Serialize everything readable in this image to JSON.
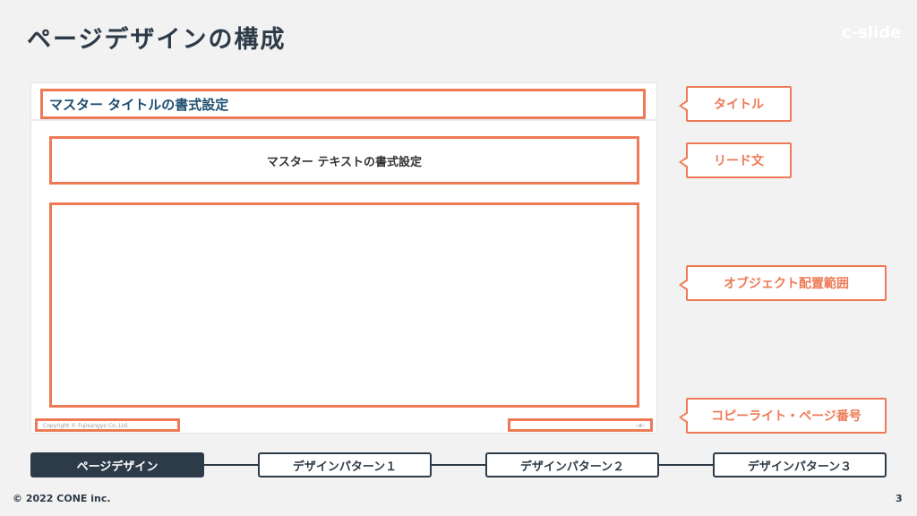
{
  "header": {
    "title": "ページデザインの構成",
    "logo": "c-slide"
  },
  "slide": {
    "title": "マスター タイトルの書式設定",
    "lead": "マスター テキストの書式設定",
    "copyright": "Copyright © Fujisangyo Co.,Ltd.",
    "page_placeholder": "‹#›"
  },
  "callouts": [
    "タイトル",
    "リード文",
    "オブジェクト配置範囲",
    "コピーライト・ページ番号"
  ],
  "steps": [
    {
      "label": "ページデザイン",
      "active": true
    },
    {
      "label": "デザインパターン１"
    },
    {
      "label": "デザインパターン２"
    },
    {
      "label": "デザインパターン３"
    }
  ],
  "footer": {
    "copyright": "© 2022 CONE inc.",
    "page": "3"
  },
  "colors": {
    "accent": "#ee7a55",
    "navy": "#2d3a48"
  }
}
